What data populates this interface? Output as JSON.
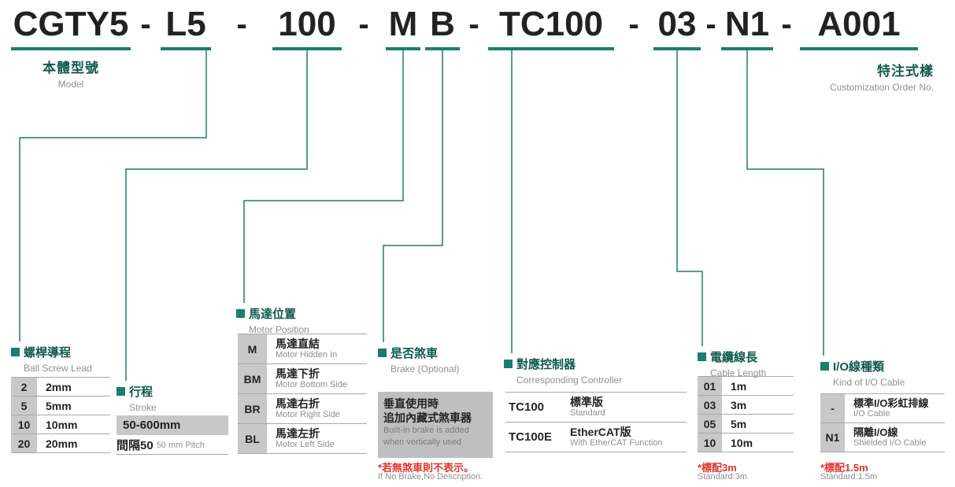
{
  "colors": {
    "accent": "#1a7e6d",
    "warning_red": "#e2342a"
  },
  "icons": {
    "section_bullet": "teal-square"
  },
  "model_code": {
    "separator": "-",
    "segments": [
      "CGTY5",
      "L5",
      "100",
      "M",
      "B",
      "TC100",
      "03",
      "N1",
      "A001"
    ]
  },
  "labels": {
    "model": {
      "zh": "本體型號",
      "en": "Model"
    },
    "customization": {
      "zh": "特注式樣",
      "en": "Customization Order No."
    }
  },
  "sections": {
    "ball_screw_lead": {
      "title_zh": "螺桿導程",
      "title_en": "Ball Screw Lead",
      "rows": [
        {
          "code": "2",
          "value": "2mm"
        },
        {
          "code": "5",
          "value": "5mm"
        },
        {
          "code": "10",
          "value": "10mm"
        },
        {
          "code": "20",
          "value": "20mm"
        }
      ]
    },
    "stroke": {
      "title_zh": "行程",
      "title_en": "Stroke",
      "range": "50-600mm",
      "pitch_zh": "間隔50",
      "pitch_en": "50 mm Pitch"
    },
    "motor_position": {
      "title_zh": "馬達位置",
      "title_en": "Motor Position",
      "rows": [
        {
          "code": "M",
          "zh": "馬達直結",
          "en": "Motor Hidden In"
        },
        {
          "code": "BM",
          "zh": "馬達下折",
          "en": "Motor Bottom Side"
        },
        {
          "code": "BR",
          "zh": "馬達右折",
          "en": "Motor Right Side"
        },
        {
          "code": "BL",
          "zh": "馬達左折",
          "en": "Motor Left Side"
        }
      ]
    },
    "brake": {
      "title_zh": "是否煞車",
      "title_en": "Brake (Optional)",
      "box_zh_line1": "垂直使用時",
      "box_zh_line2": "追加內藏式煞車器",
      "box_en_line1": "Built-in brake is added",
      "box_en_line2": "when vertically used",
      "note_zh": "*若無煞車則不表示。",
      "note_en": "If No Brake,No Description."
    },
    "controller": {
      "title_zh": "對應控制器",
      "title_en": "Corresponding Controller",
      "rows": [
        {
          "code": "TC100",
          "zh": "標準版",
          "en": "Standard"
        },
        {
          "code": "TC100E",
          "zh": "EtherCAT版",
          "en": "With EtherCAT Function"
        }
      ]
    },
    "cable_length": {
      "title_zh": "電纜線長",
      "title_en": "Cable Length",
      "rows": [
        {
          "code": "01",
          "value": "1m"
        },
        {
          "code": "03",
          "value": "3m"
        },
        {
          "code": "05",
          "value": "5m"
        },
        {
          "code": "10",
          "value": "10m"
        }
      ],
      "note_zh": "*標配3m",
      "note_en": "Standard:3m"
    },
    "io_cable": {
      "title_zh": "I/O線種類",
      "title_en": "Kind of I/O Cable",
      "rows": [
        {
          "code": "-",
          "zh": "標準I/O彩虹排線",
          "en": "I/O Cable"
        },
        {
          "code": "N1",
          "zh": "隔離I/O線",
          "en": "Shielded I/O Cable"
        }
      ],
      "note_zh": "*標配1.5m",
      "note_en": "Standard:1.5m"
    }
  }
}
